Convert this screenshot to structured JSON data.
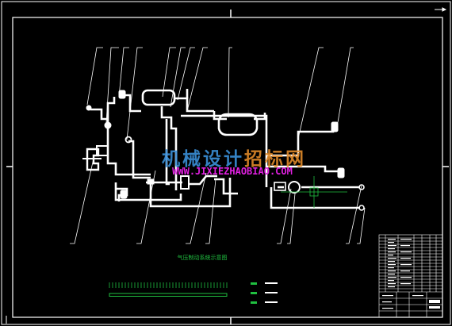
{
  "drawing": {
    "title": "气压制动系统示意图",
    "line_color": "#ffffff",
    "leader_color": "#ffffff",
    "note_color": "#20c040",
    "crosshair_color": "#20c040",
    "background": "#000000"
  },
  "watermark": {
    "text_part1": "机械设计",
    "text_part2": "招标网",
    "url": "WWW.JIXIEZHAOBIAO.COM"
  }
}
